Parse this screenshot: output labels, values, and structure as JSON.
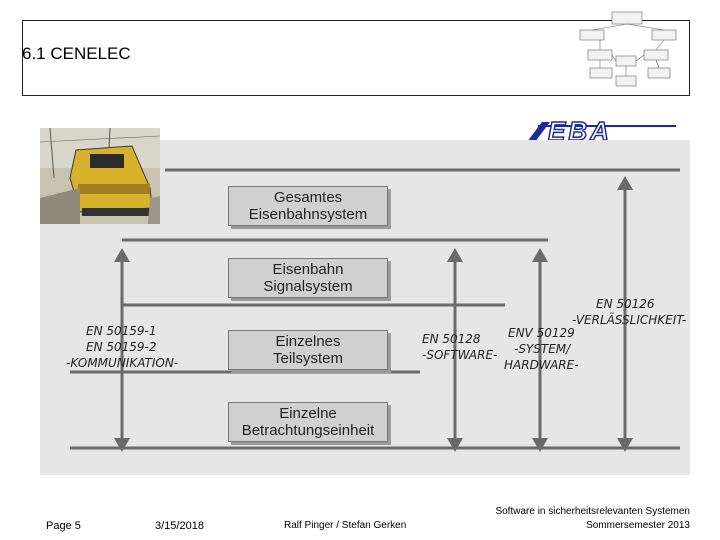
{
  "header": {
    "title": "6.1 CENELEC"
  },
  "logo": {
    "text": "EBA"
  },
  "boxes": [
    {
      "line1": "Gesamtes",
      "line2": "Eisenbahnsystem"
    },
    {
      "line1": "Eisenbahn",
      "line2": "Signalsystem"
    },
    {
      "line1": "Einzelnes",
      "line2": "Teilsystem"
    },
    {
      "line1": "Einzelne",
      "line2": "Betrachtungseinheit"
    }
  ],
  "standards": {
    "en50159": {
      "line1": "EN 50159-1",
      "line2": "EN 50159-2",
      "line3": "-KOMMUNIKATION-"
    },
    "en50128": {
      "line1": "EN 50128",
      "line2": "-SOFTWARE-"
    },
    "env50129": {
      "line1": "ENV 50129",
      "line2": "-SYSTEM/",
      "line3": "HARDWARE-"
    },
    "en50126": {
      "line1": "EN 50126",
      "line2": "-VERLÄSSLICHKEIT-"
    }
  },
  "footer": {
    "page": "Page 5",
    "date": "3/15/2018",
    "authors": "Ralf Pinger / Stefan Gerken",
    "course_line1": "Software in sicherheitsrelevanten Systemen",
    "course_line2": "Sommersemester 2013"
  },
  "colors": {
    "accent_red": "#c0282a",
    "logo_blue": "#1a2a9a",
    "diagram_bg": "#e6e6e6"
  }
}
